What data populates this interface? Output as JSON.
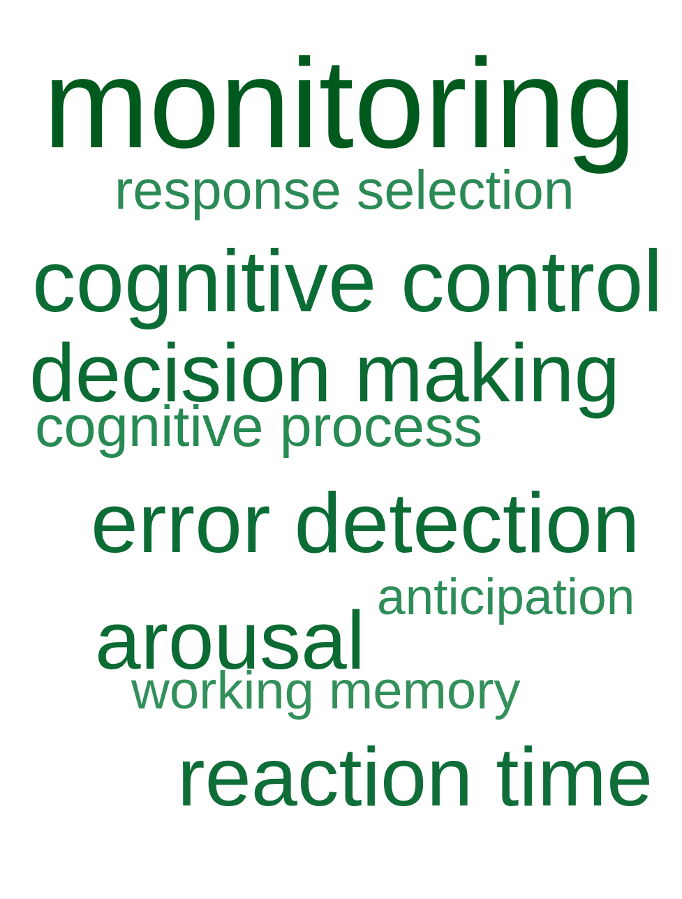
{
  "words": [
    {
      "text": "monitoring",
      "color": "#005a1e"
    },
    {
      "text": "response selection",
      "color": "#2b8a55"
    },
    {
      "text": "cognitive control",
      "color": "#0b6d35"
    },
    {
      "text": "decision making",
      "color": "#0b6b33"
    },
    {
      "text": "cognitive process",
      "color": "#268a52"
    },
    {
      "text": "error detection",
      "color": "#0c6c36"
    },
    {
      "text": "anticipation",
      "color": "#2e8d58"
    },
    {
      "text": "arousal",
      "color": "#0b6b33"
    },
    {
      "text": "working memory",
      "color": "#33905b"
    },
    {
      "text": "reaction time",
      "color": "#0f6d38"
    }
  ]
}
